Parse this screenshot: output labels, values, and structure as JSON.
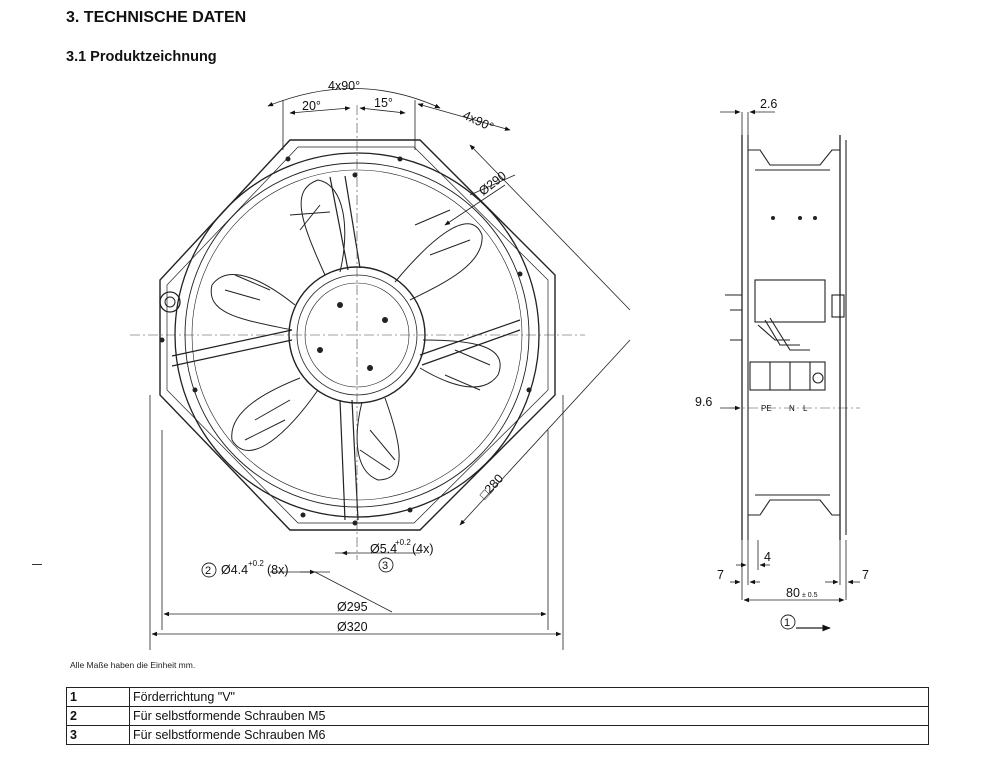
{
  "header": {
    "title": "3. TECHNISCHE DATEN",
    "subtitle": "3.1 Produktzeichnung"
  },
  "drawing": {
    "front": {
      "angle_top": "4x90°",
      "angle_left": "20°",
      "angle_mid": "15°",
      "angle_right": "4x90°",
      "dia_290": "Ø290",
      "square_280": "□280",
      "hole_44": "Ø4.4",
      "hole_44_tol": "+0.2",
      "hole_44_count": "(8x)",
      "hole_44_ref": "2",
      "hole_54": "Ø5.4",
      "hole_54_tol": "+0.2",
      "hole_54_count": "(4x)",
      "hole_54_ref": "3",
      "dia_295": "Ø295",
      "dia_320": "Ø320"
    },
    "side": {
      "dim_26": "2.6",
      "dim_96": "9.6",
      "terminal_pe": "PE",
      "terminal_n": "N",
      "terminal_l": "L",
      "dim_4": "4",
      "dim_7_left": "7",
      "dim_7_right": "7",
      "dim_80": "80",
      "dim_80_tol": "± 0.5",
      "flow_ref": "1"
    }
  },
  "note": "Alle Maße haben die Einheit mm.",
  "legend": [
    {
      "num": "1",
      "text": "Förderrichtung \"V\""
    },
    {
      "num": "2",
      "text": "Für selbstformende Schrauben M5"
    },
    {
      "num": "3",
      "text": "Für selbstformende Schrauben M6"
    }
  ]
}
